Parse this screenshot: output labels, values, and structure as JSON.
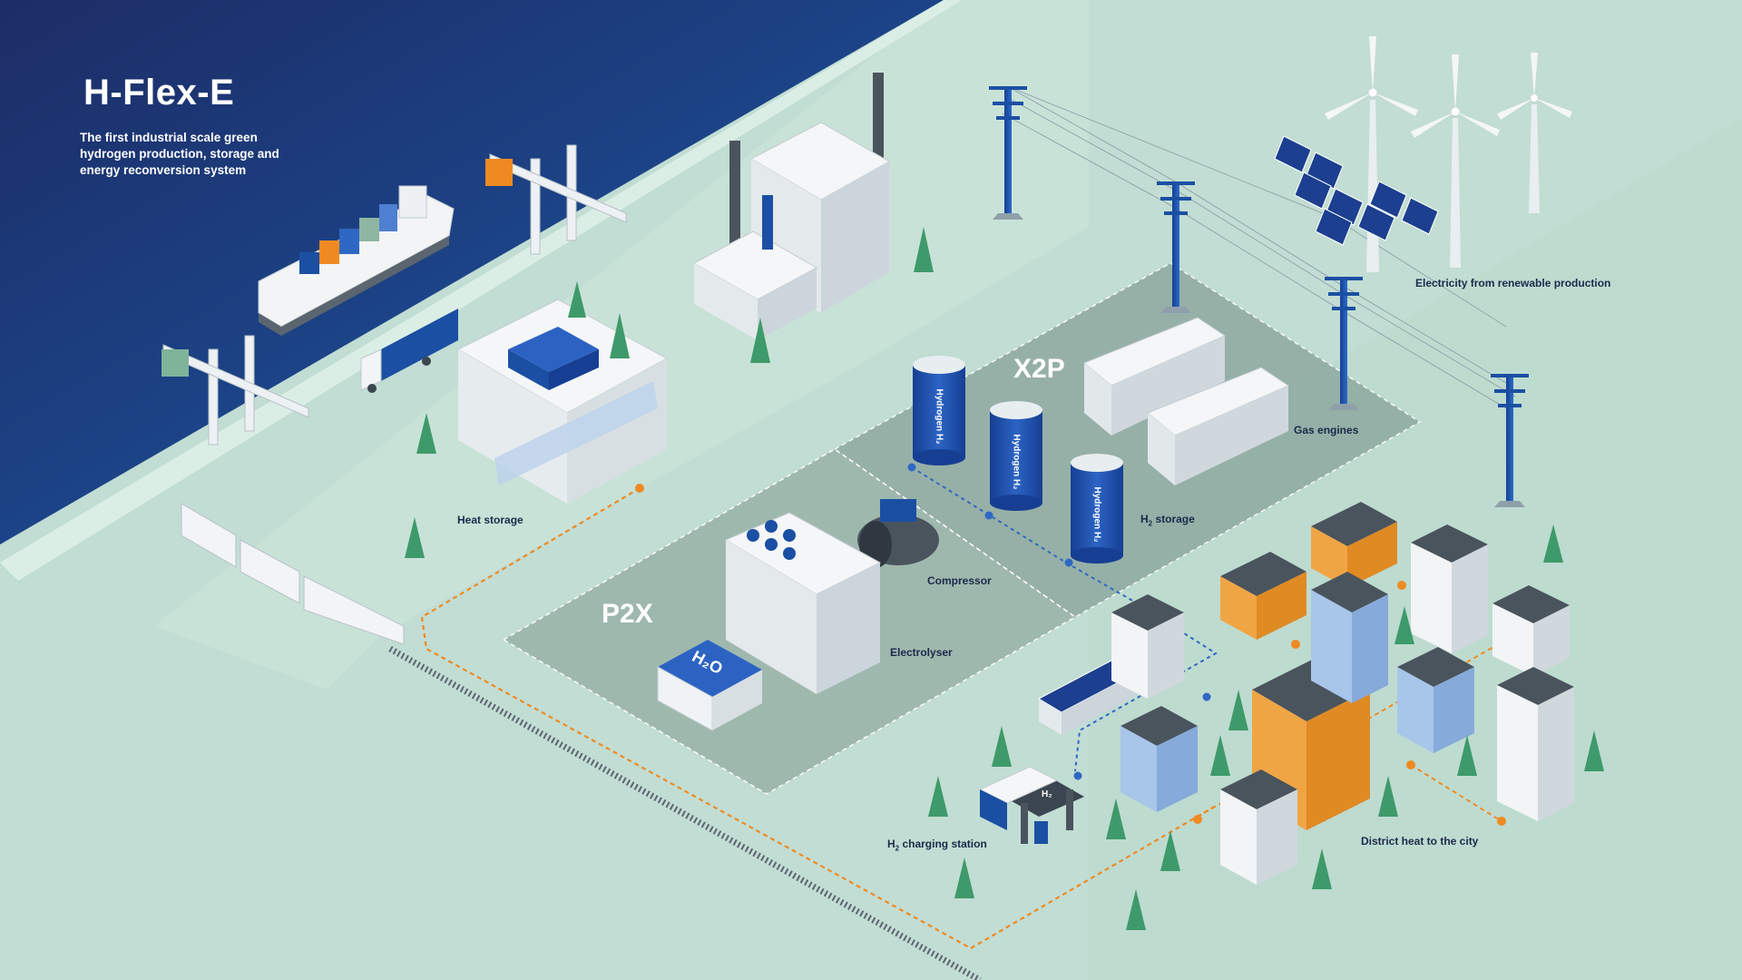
{
  "header": {
    "title": "H-Flex-E",
    "subtitle": "The first industrial scale green hydrogen production, storage and energy reconversion system"
  },
  "zones": {
    "p2x": "P2X",
    "x2p": "X2P"
  },
  "labels": {
    "heat_storage": "Heat storage",
    "compressor": "Compressor",
    "electrolyser": "Electrolyser",
    "h2_storage_prefix": "H",
    "h2_storage_sub": "2",
    "h2_storage_suffix": " storage",
    "gas_engines": "Gas engines",
    "renewables": "Electricity from renewable production",
    "charging_prefix": "H",
    "charging_sub": "2",
    "charging_suffix": " charging station",
    "district_heat": "District heat to the city"
  },
  "tank_labels": [
    "Hydrogen H₂",
    "Hydrogen H₂",
    "Hydrogen H₂"
  ],
  "water_tank_label": "H₂O",
  "station_badge": "H₂",
  "colors": {
    "background": "#c2ddd3",
    "navy": "#14326e",
    "blue": "#1b4fa3",
    "orange_path": "#ef8a22",
    "blue_path": "#2f68c4",
    "zone_fill": "#8fa9a0"
  }
}
